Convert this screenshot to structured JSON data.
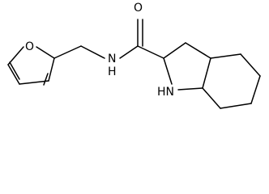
{
  "structure": {
    "atoms": {
      "furan_oxygen": "O",
      "amide_oxygen": "O",
      "amide_nitrogen": "N",
      "amide_nitrogen_h": "H",
      "ring_nitrogen": "HN"
    }
  },
  "colors": {
    "bond": "#000000",
    "label": "#000000",
    "background": "#ffffff"
  }
}
